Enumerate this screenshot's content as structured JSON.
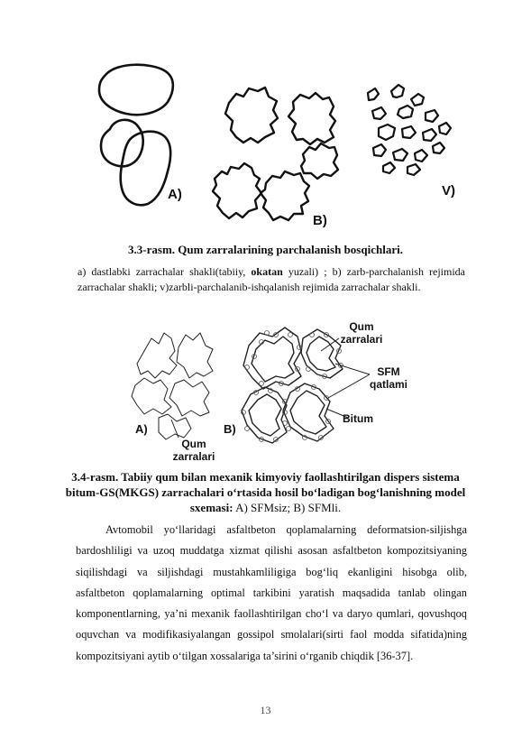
{
  "figure1": {
    "label_a": "A)",
    "label_b": "B)",
    "label_v": "V)",
    "caption_title": "3.3-rasm. Qum zarralarining parchalanish bosqichlari.",
    "caption_line1_pre": "a) dastlabki zarrachalar shakli(tabiiy, ",
    "caption_line1_bold": "okatan",
    "caption_line1_post": " yuzali) ;  b) zarb-parchalanish rejimida",
    "caption_line2": "zarrachalar shakli; v)zarbli-parchalanib-ishqalanish rejimida zarrachalar shakli."
  },
  "figure2": {
    "label_a": "A)",
    "label_b": "B)",
    "annot_qum_top_1": "Qum",
    "annot_qum_top_2": "zarralari",
    "annot_sfm_1": "SFM",
    "annot_sfm_2": "qatlami",
    "annot_bitum": "Bitum",
    "annot_qum_bottom_1": "Qum",
    "annot_qum_bottom_2": "zarralari",
    "caption_line1": "3.4-rasm. Tabiiy qum bilan mexanik kimyoviy faollashtirilgan dispers sistema",
    "caption_line2": "bitum-GS(MKGS) zarrachalari o‘rtasida hosil bo‘ladigan bog‘lanishning model",
    "caption_line3_bold": "sxemasi:",
    "caption_line3_rest": " A) SFMsiz; B)  SFMli."
  },
  "body_text": {
    "lines": [
      "Avtomobil yo‘llaridagi asfaltbeton qoplamalarning deformatsion-siljishga",
      "bardoshliligi va uzoq muddatga xizmat qilishi asosan asfaltbeton kompozitsiyaning",
      "siqilishdagi va siljishdagi mustahkamliligiga bog‘liq ekanligini hisobga olib,",
      "asfaltbeton qoplamalarning optimal tarkibini yaratish maqsadida tanlab olingan",
      "komponentlarning, ya’ni mexanik faollashtirilgan cho‘l va daryo qumlari, qovushqoq",
      "oquvchan va modifikasiyalangan gossipol smolalari(sirti faol modda sifatida)ning",
      "kompozitsiyani aytib o‘tilgan xossalariga ta’sirini o‘rganib chiqdik [36-37]."
    ]
  },
  "page_number": "13"
}
